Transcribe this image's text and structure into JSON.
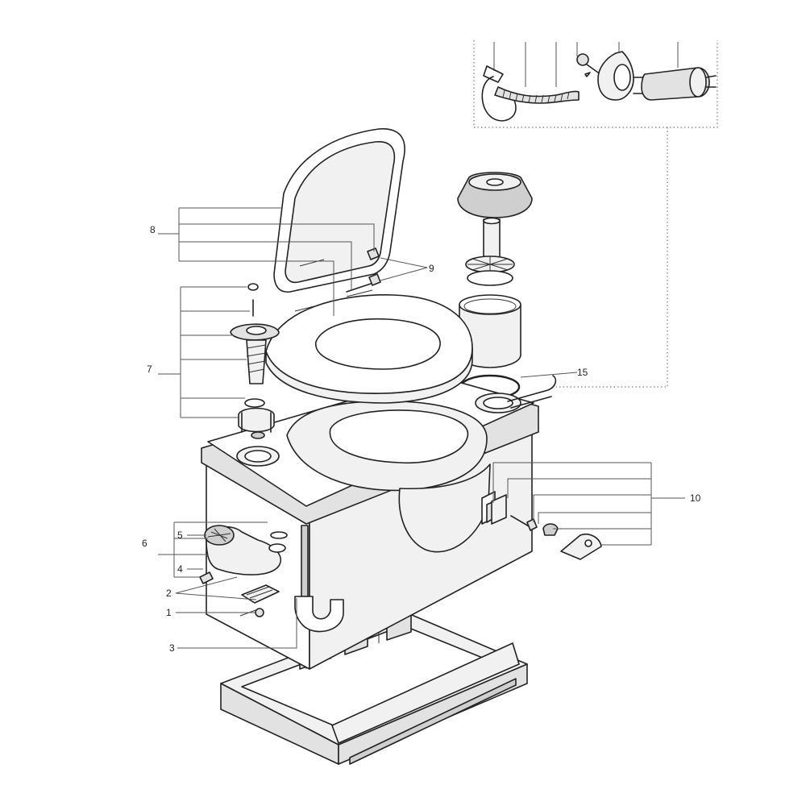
{
  "callouts": [
    {
      "id": "c1",
      "label": "1"
    },
    {
      "id": "c2",
      "label": "2"
    },
    {
      "id": "c3",
      "label": "3"
    },
    {
      "id": "c4",
      "label": "4"
    },
    {
      "id": "c5",
      "label": "5"
    },
    {
      "id": "c6",
      "label": "6"
    },
    {
      "id": "c7",
      "label": "7"
    },
    {
      "id": "c8",
      "label": "8"
    },
    {
      "id": "c9",
      "label": "9"
    },
    {
      "id": "c10",
      "label": "10"
    },
    {
      "id": "c15",
      "label": "15"
    }
  ]
}
